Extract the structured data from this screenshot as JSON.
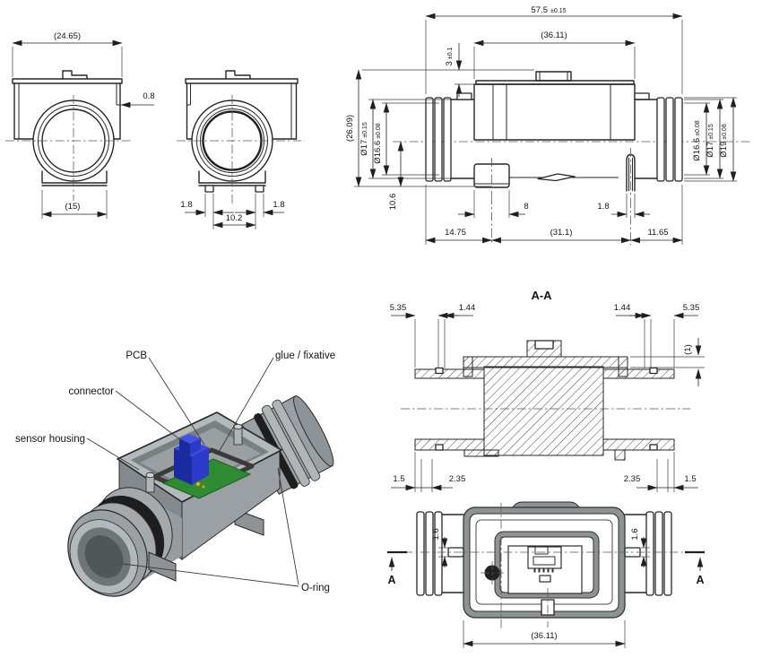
{
  "front_left": {
    "width_dim": "(24.65)",
    "lip_dim": "0.8",
    "base_dim": "(15)"
  },
  "front_center": {
    "pin_left_dim": "1.8",
    "pin_right_dim": "1.8",
    "pin_spacing_dim": "10.2"
  },
  "side": {
    "total_len": "57.5",
    "total_tol": "±0.15",
    "body_len": "(36.11)",
    "tab_h": "3",
    "tab_tol": "±0.1",
    "overall_h": "(26.09)",
    "dia17_l": "Ø17",
    "dia17_l_tol": "±0.15",
    "dia166_l": "Ø16.6",
    "dia166_l_tol": "±0.08",
    "dia166_r": "Ø16.6",
    "dia166_r_tol": "±0.08",
    "dia17_r": "Ø17",
    "dia17_r_tol": "±0.15",
    "dia19_r": "Ø19",
    "dia19_r_tol": "±0.08",
    "foot_drop": "10.6",
    "foot_w": "8",
    "pin_w": "1.8",
    "seg_left": "14.75",
    "seg_mid": "(31.1)",
    "seg_right": "11.65"
  },
  "section": {
    "title": "A-A",
    "oring_offset_l": "5.35",
    "groove_l": "1.44",
    "groove_r": "1.44",
    "oring_offset_r": "5.35",
    "lid_thk": "(1)",
    "edge_l": "1.5",
    "step_l": "2.35",
    "step_r": "2.35",
    "edge_r": "1.5"
  },
  "top_view": {
    "nub_l": "1.6",
    "nub_r": "1.6",
    "body_w": "(36.11)",
    "cut_l": "A",
    "cut_r": "A"
  },
  "iso": {
    "label_pcb": "PCB",
    "label_glue": "glue / fixative",
    "label_connector": "connector",
    "label_housing": "sensor housing",
    "label_oring": "O-ring"
  },
  "colors": {
    "line": "#262626",
    "pcb": "#2e8b33",
    "pcb_edge": "#1a5c20",
    "connector_dark": "#1b2a9e",
    "connector_mid": "#2b3ac8",
    "connector_top": "#3d4cdc",
    "oring": "#1e1e1e",
    "glue": "#c7b61e",
    "body_gray": "#9aa0a3",
    "body_gray_light": "#b4b9bb",
    "body_gray_dark": "#83898c"
  }
}
